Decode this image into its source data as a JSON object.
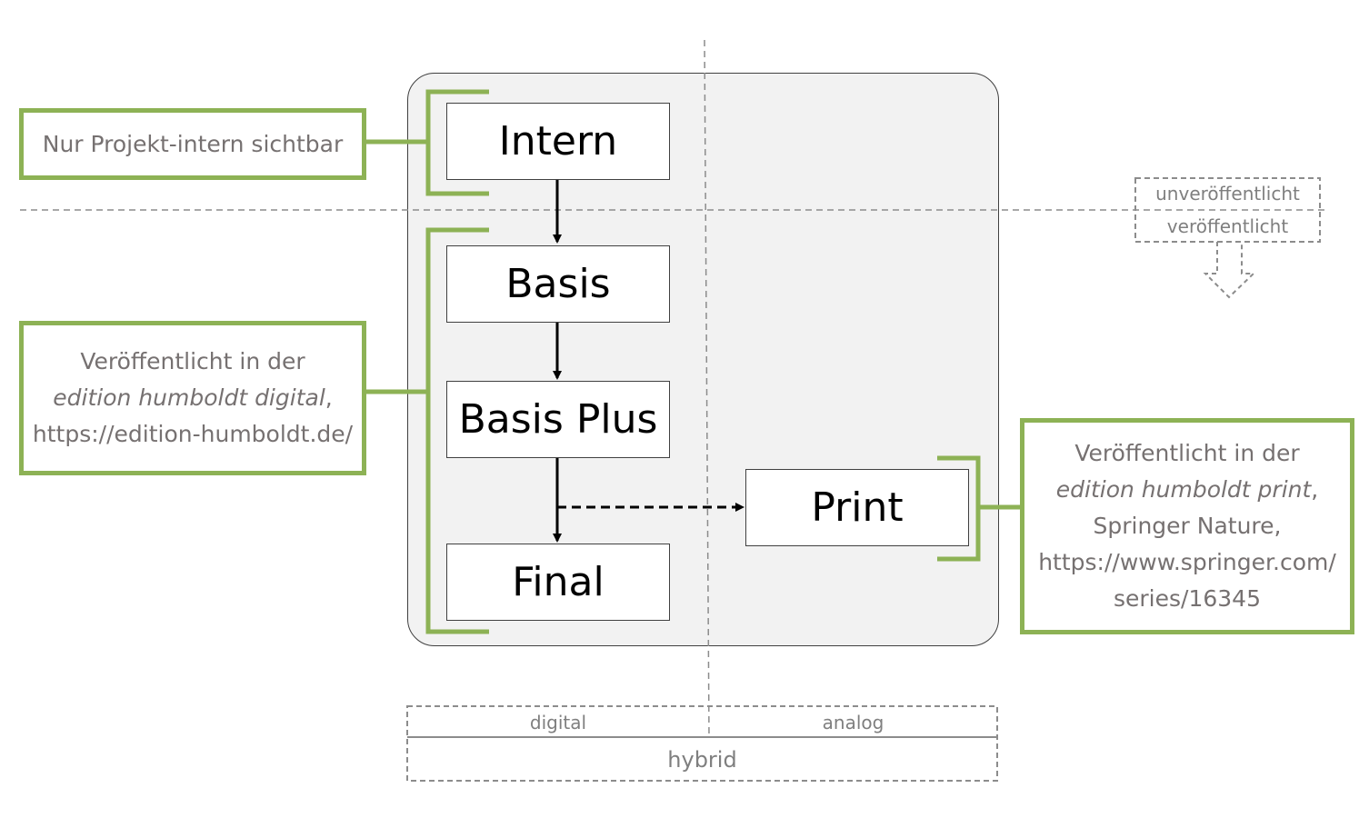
{
  "stages": {
    "intern": "Intern",
    "basis": "Basis",
    "basis_plus": "Basis Plus",
    "final": "Final",
    "print": "Print"
  },
  "info_boxes": {
    "intern_note": "Nur Projekt-intern sichtbar",
    "digital_note": {
      "line1": "Veröffentlicht in der",
      "line2": "edition humboldt digital",
      "line2_suffix": ",",
      "line3": "https://edition-humboldt.de/"
    },
    "print_note": {
      "line1": "Veröffentlicht in der",
      "line2": "edition humboldt print",
      "line2_suffix": ",",
      "line3": "Springer Nature,",
      "line4": "https://www.springer.com/",
      "line5": "series/16345"
    }
  },
  "legend": {
    "unpublished": "unveröffentlicht",
    "published": "veröffentlicht",
    "digital": "digital",
    "analog": "analog",
    "hybrid": "hybrid"
  },
  "colors": {
    "green": "#8db255",
    "panel": "#f2f2f2",
    "gray_text": "#767171",
    "dashed": "#8c8c8c"
  }
}
